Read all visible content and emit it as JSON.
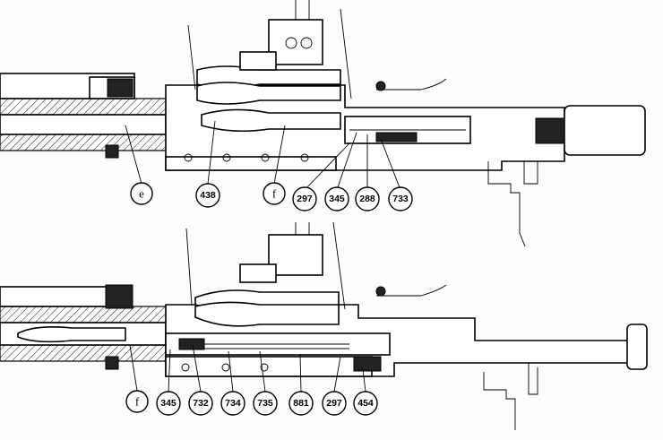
{
  "top_view": {
    "callouts": [
      {
        "id": "e",
        "label": "e"
      },
      {
        "id": "438",
        "label": "438"
      },
      {
        "id": "f",
        "label": "f"
      },
      {
        "id": "297",
        "label": "297"
      },
      {
        "id": "345",
        "label": "345"
      },
      {
        "id": "288",
        "label": "288"
      },
      {
        "id": "733",
        "label": "733"
      }
    ]
  },
  "bottom_view": {
    "callouts": [
      {
        "id": "f",
        "label": "f"
      },
      {
        "id": "345",
        "label": "345"
      },
      {
        "id": "732",
        "label": "732"
      },
      {
        "id": "734",
        "label": "734"
      },
      {
        "id": "735",
        "label": "735"
      },
      {
        "id": "881",
        "label": "881"
      },
      {
        "id": "297",
        "label": "297"
      },
      {
        "id": "454",
        "label": "454"
      }
    ]
  }
}
